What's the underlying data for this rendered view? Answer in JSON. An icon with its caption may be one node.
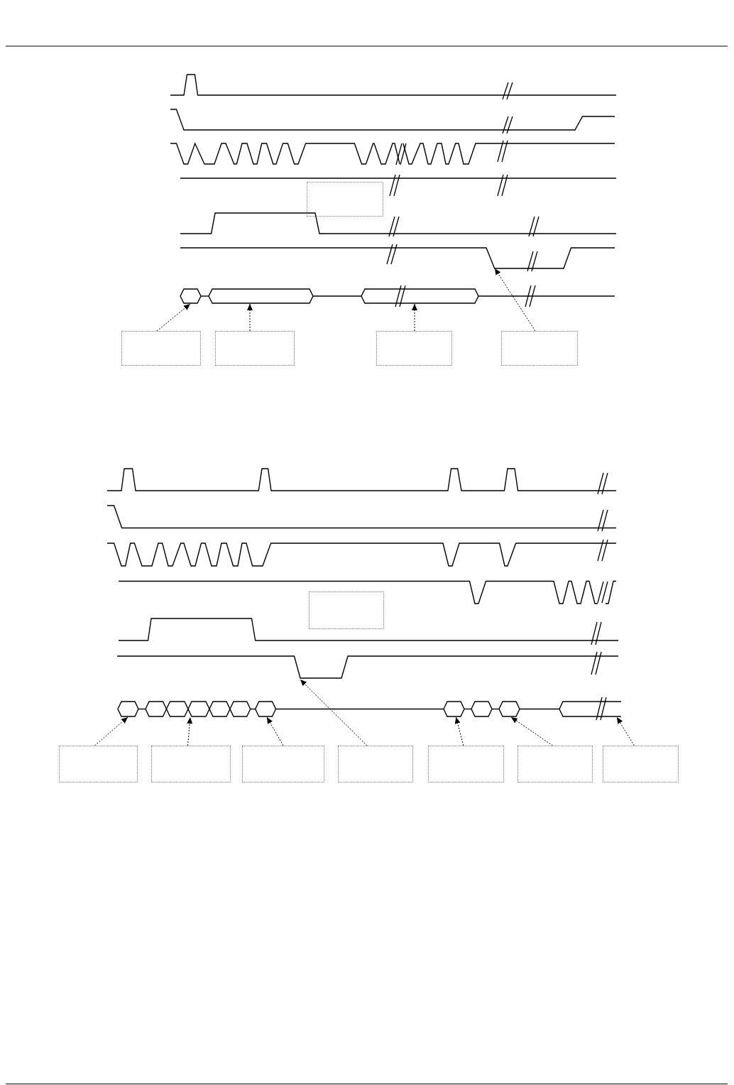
{
  "diagram": {
    "nodes": [
      {
        "text": [],
        "shape": "box"
      },
      {
        "text": [],
        "shape": "hexagon"
      },
      {
        "text": [],
        "shape": "hexagon"
      },
      {
        "text": [],
        "shape": "hexagon"
      },
      {
        "text": [],
        "shape": "box"
      },
      {
        "text": [],
        "shape": "box"
      },
      {
        "text": [],
        "shape": "box"
      },
      {
        "text": [],
        "shape": "box"
      },
      {
        "text": [],
        "shape": "box"
      },
      {
        "text": [],
        "shape": "hexagon"
      },
      {
        "text": [],
        "shape": "hexagon"
      },
      {
        "text": [],
        "shape": "hexagon"
      },
      {
        "text": [],
        "shape": "hexagon"
      },
      {
        "text": [],
        "shape": "hexagon"
      },
      {
        "text": [],
        "shape": "hexagon"
      },
      {
        "text": [],
        "shape": "hexagon"
      },
      {
        "text": [],
        "shape": "hexagon"
      },
      {
        "text": [],
        "shape": "hexagon"
      },
      {
        "text": [],
        "shape": "hexagon"
      },
      {
        "text": [],
        "shape": "hexagon"
      },
      {
        "text": [],
        "shape": "box"
      },
      {
        "text": [],
        "shape": "box"
      },
      {
        "text": [],
        "shape": "box"
      },
      {
        "text": [],
        "shape": "box"
      },
      {
        "text": [],
        "shape": "box"
      },
      {
        "text": [],
        "shape": "box"
      },
      {
        "text": [],
        "shape": "box"
      }
    ],
    "edges": [
      {
        "from": 4,
        "to": 1,
        "arrow": "to",
        "style": "dashed"
      },
      {
        "from": 5,
        "to": 2,
        "arrow": "to",
        "style": "dashed"
      },
      {
        "from": 6,
        "to": 3,
        "arrow": "to",
        "style": "dashed"
      },
      {
        "from": 7,
        "to": null,
        "arrow": "to",
        "style": "dashed"
      },
      {
        "from": 20,
        "to": 9,
        "arrow": "to",
        "style": "dashed"
      },
      {
        "from": 21,
        "to": 12,
        "arrow": "to",
        "style": "dashed"
      },
      {
        "from": 22,
        "to": 15,
        "arrow": "to",
        "style": "dashed"
      },
      {
        "from": 23,
        "to": null,
        "arrow": "to",
        "style": "dashed"
      },
      {
        "from": 24,
        "to": 16,
        "arrow": "to",
        "style": "dashed"
      },
      {
        "from": 25,
        "to": 18,
        "arrow": "to",
        "style": "dashed"
      },
      {
        "from": 26,
        "to": 19,
        "arrow": "to",
        "style": "dashed"
      },
      {
        "from": 1,
        "to": 2,
        "arrow": "none"
      },
      {
        "from": 2,
        "to": 3,
        "arrow": "none"
      },
      {
        "from": 3,
        "to": null,
        "arrow": "none"
      },
      {
        "from": 9,
        "to": 10,
        "arrow": "none"
      },
      {
        "from": 14,
        "to": 15,
        "arrow": "none"
      },
      {
        "from": 15,
        "to": 16,
        "arrow": "none"
      },
      {
        "from": 16,
        "to": 17,
        "arrow": "none"
      },
      {
        "from": 17,
        "to": 18,
        "arrow": "none"
      },
      {
        "from": 18,
        "to": 19,
        "arrow": "none"
      }
    ]
  }
}
